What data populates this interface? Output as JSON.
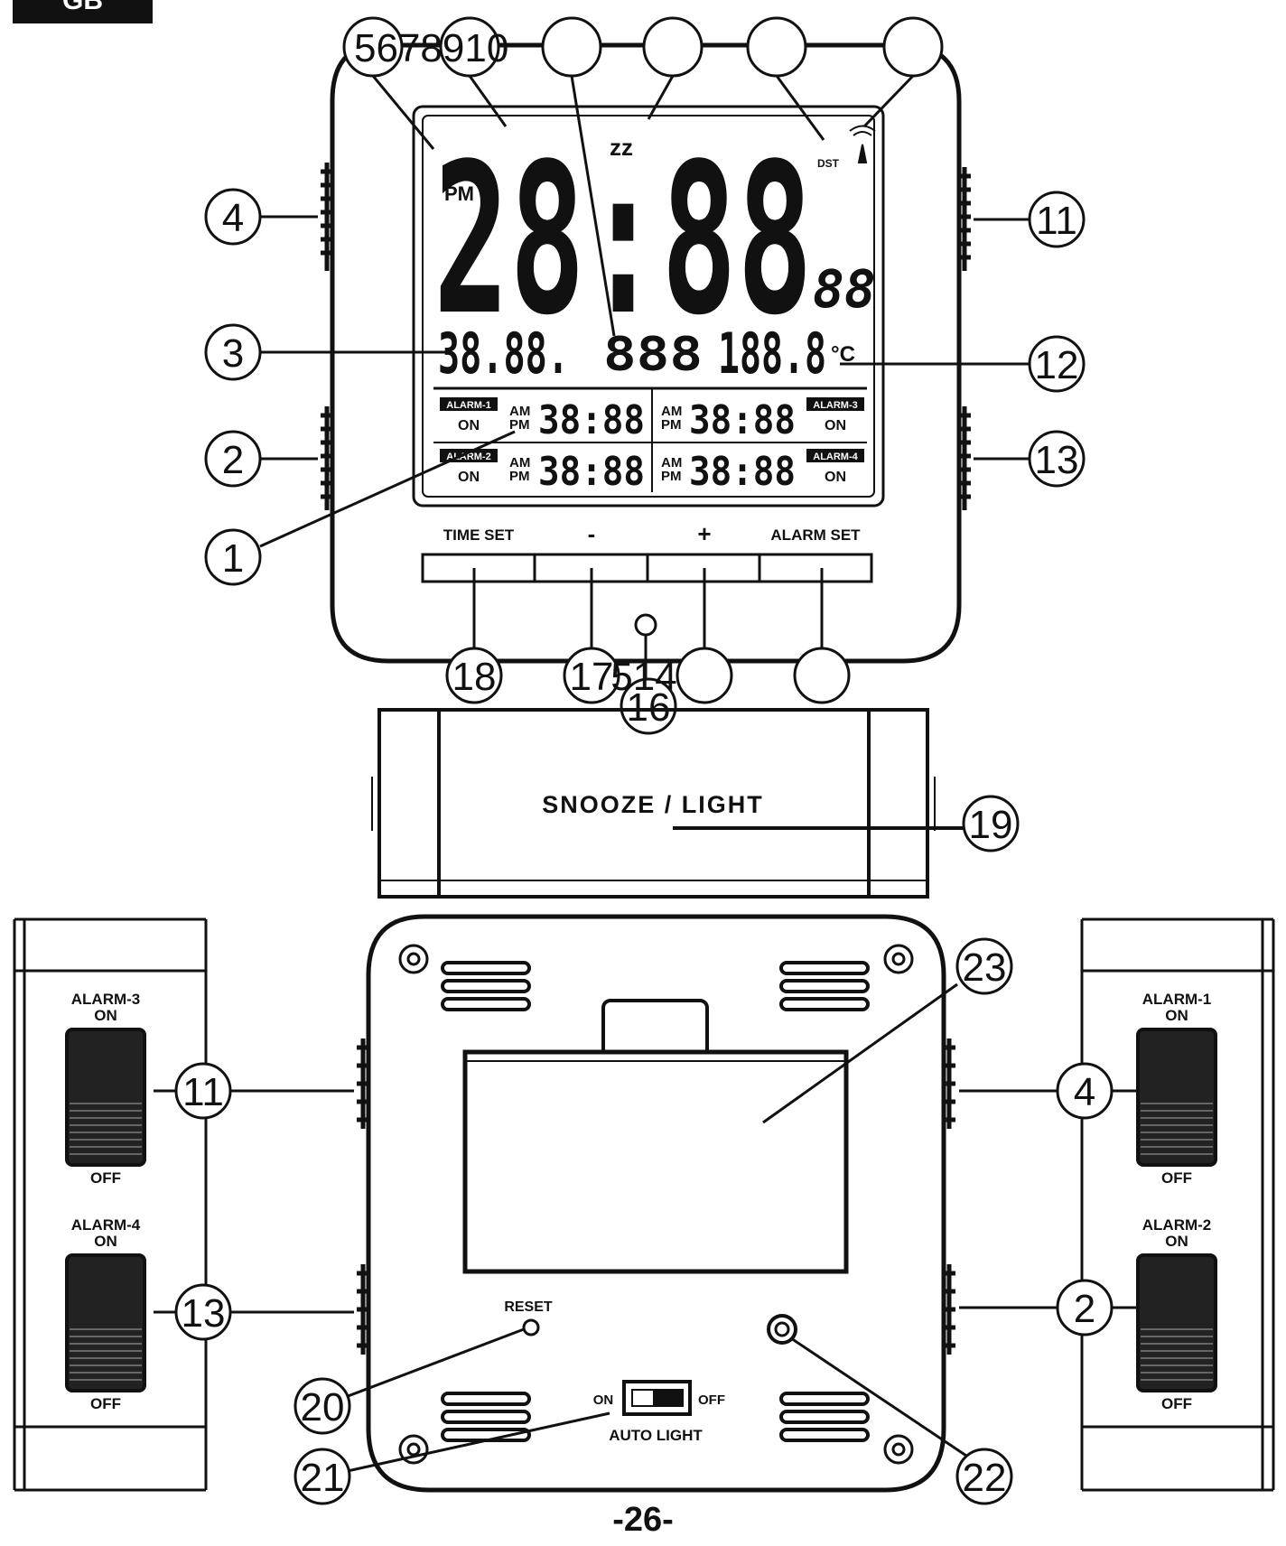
{
  "header": {
    "lang_tab": "GB"
  },
  "footer": {
    "page_number": "-26-"
  },
  "front": {
    "lcd": {
      "am": "AM",
      "pm": "PM",
      "main_time": "28:88",
      "seconds": "88",
      "zz": "zz",
      "dst": "DST",
      "date": "38.88.",
      "day": "888",
      "temperature": "188.8",
      "unit": "°C"
    },
    "alarm_rows": [
      {
        "badge_left": "ALARM-1",
        "on_left": "ON",
        "time_left": "38:88",
        "time_right": "38:88",
        "badge_right": "ALARM-3",
        "on_right": "ON"
      },
      {
        "badge_left": "ALARM-2",
        "on_left": "ON",
        "time_left": "38:88",
        "time_right": "38:88",
        "badge_right": "ALARM-4",
        "on_right": "ON"
      }
    ],
    "buttons": [
      "TIME SET",
      "-",
      "+",
      "ALARM SET"
    ]
  },
  "snooze_bar": {
    "label": "SNOOZE / LIGHT"
  },
  "left_panel": {
    "switches": [
      {
        "title": "ALARM-3",
        "on": "ON",
        "off": "OFF"
      },
      {
        "title": "ALARM-4",
        "on": "ON",
        "off": "OFF"
      }
    ]
  },
  "right_panel": {
    "switches": [
      {
        "title": "ALARM-1",
        "on": "ON",
        "off": "OFF"
      },
      {
        "title": "ALARM-2",
        "on": "ON",
        "off": "OFF"
      }
    ]
  },
  "back": {
    "reset": "RESET",
    "auto_light": {
      "on": "ON",
      "off": "OFF",
      "label": "AUTO LIGHT"
    }
  },
  "callouts": {
    "c1": "1",
    "c2": "2",
    "c3": "3",
    "c4": "4",
    "c5678910": "5678910",
    "c11": "11",
    "c12": "12",
    "c13": "13",
    "c18": "18",
    "c17": "17",
    "c514": "514",
    "c16": "16",
    "c19": "19",
    "c23": "23",
    "b11": "11",
    "b13": "13",
    "b4": "4",
    "b2": "2",
    "c20": "20",
    "c21": "21",
    "c22": "22"
  }
}
